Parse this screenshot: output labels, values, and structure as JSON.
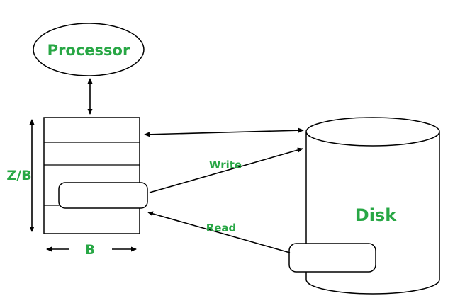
{
  "diagram": {
    "title": "external-memory-model",
    "labels": {
      "processor": "Processor",
      "cache_height": "Z/B",
      "block_size": "B",
      "write": "Write",
      "read": "Read",
      "disk": "Disk"
    }
  },
  "colors": {
    "label_green": "#28a745",
    "stroke_black": "#000000",
    "background": "#ffffff"
  }
}
